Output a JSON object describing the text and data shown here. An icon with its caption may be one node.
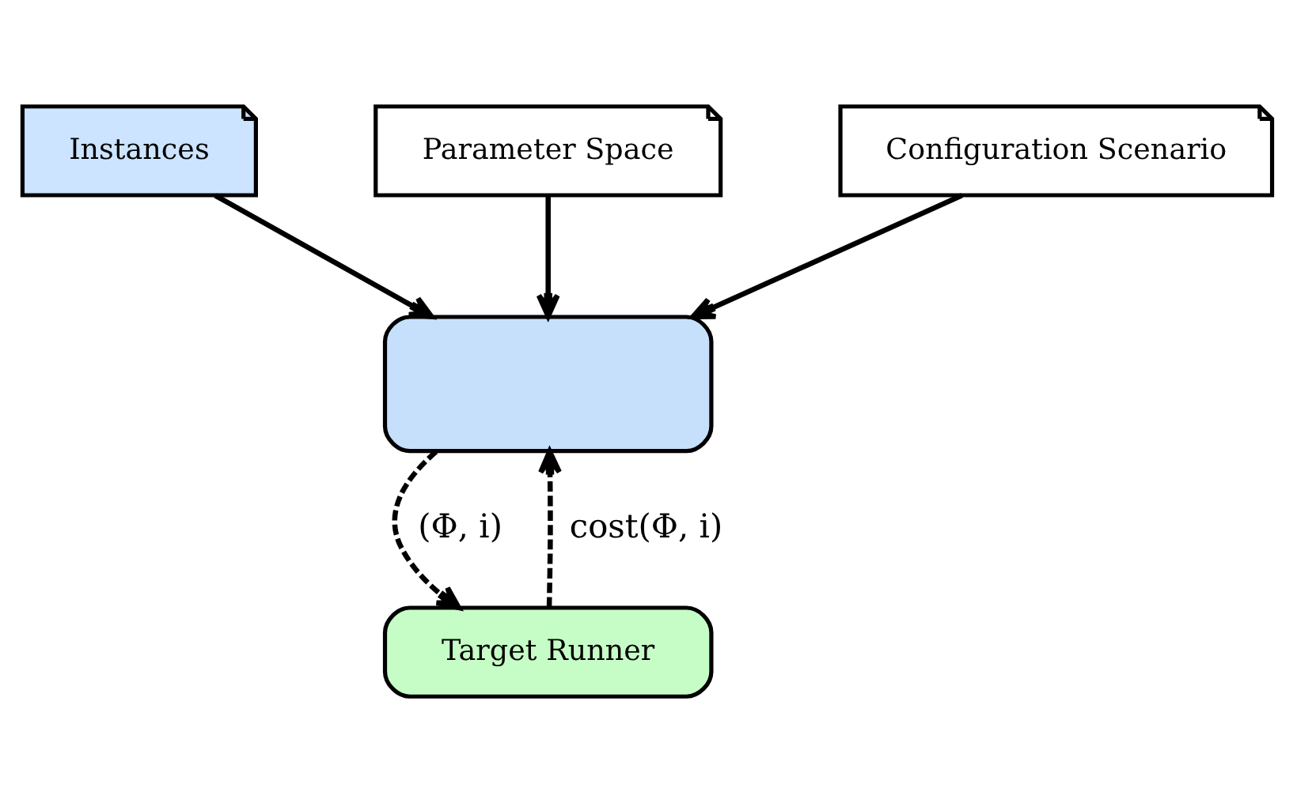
{
  "diagram": {
    "nodes": [
      {
        "text": [
          "Instances"
        ]
      },
      {
        "text": [
          "Parameter Space"
        ]
      },
      {
        "text": [
          "Configuration Scenario"
        ]
      },
      {
        "text": [],
        "shape": "box"
      },
      {
        "text": [
          "Target Runner"
        ]
      }
    ],
    "edges": [
      {
        "from": 0,
        "to": 3,
        "arrow": "to"
      },
      {
        "from": 1,
        "to": 3,
        "arrow": "to"
      },
      {
        "from": 2,
        "to": 3,
        "arrow": "to"
      },
      {
        "from": 3,
        "to": 4,
        "arrow": "to",
        "style": "dashed",
        "label": "(Φ, i)"
      },
      {
        "from": 4,
        "to": 3,
        "arrow": "to",
        "style": "dashed",
        "label": "cost(Φ, i)"
      }
    ]
  }
}
